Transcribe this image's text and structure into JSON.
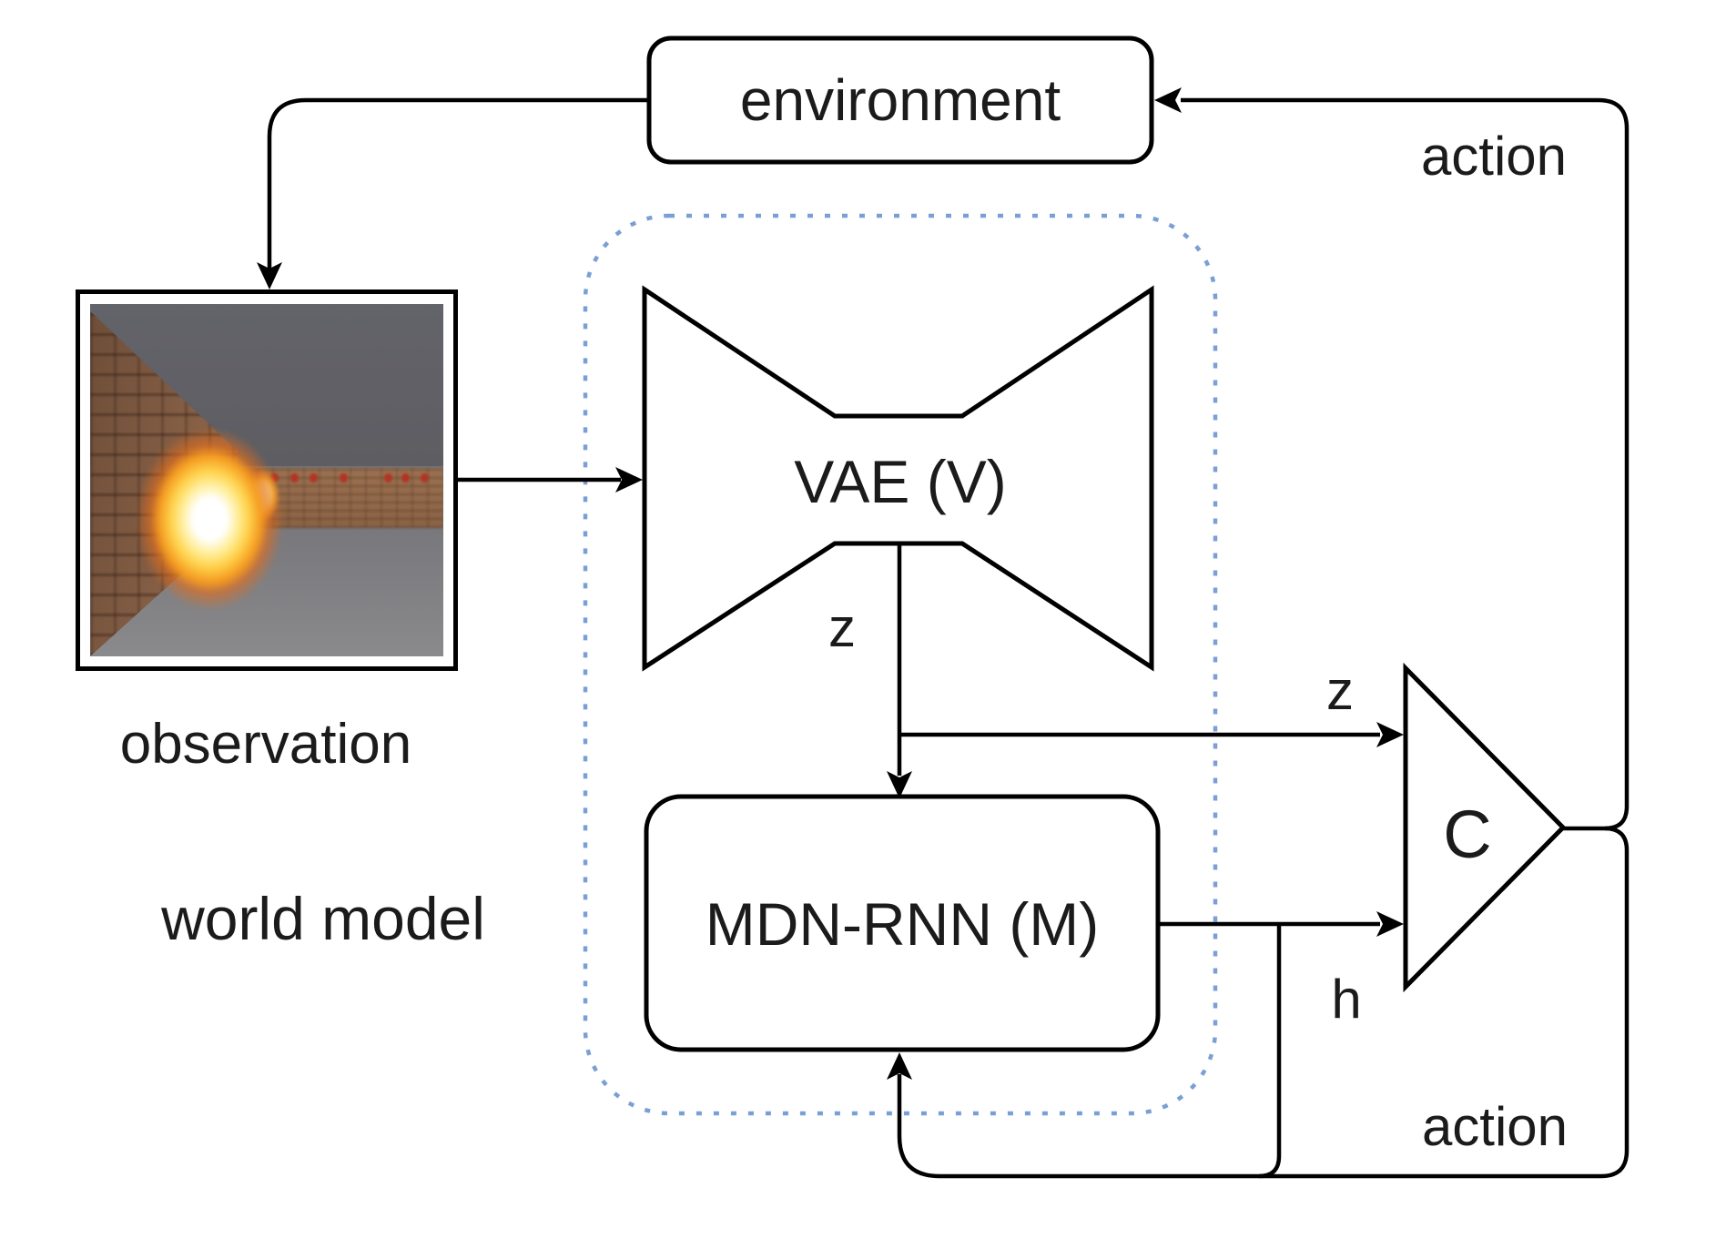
{
  "diagram": {
    "title": "world models agent architecture",
    "nodes": {
      "environment": {
        "label": "environment"
      },
      "vae": {
        "label": "VAE (V)"
      },
      "mdn_rnn": {
        "label": "MDN-RNN (M)"
      },
      "controller": {
        "label": "C"
      }
    },
    "labels": {
      "observation": "observation",
      "world_model": "world model",
      "action_top": "action",
      "action_bottom": "action",
      "z_at_vae": "z",
      "z_at_controller": "z",
      "h_at_controller": "h"
    },
    "colors": {
      "line": "#000000",
      "world_model_box": "#7b9fd4",
      "world_model_text": "#6f94cc",
      "text": "#1b1b1b",
      "background": "#ffffff"
    }
  }
}
